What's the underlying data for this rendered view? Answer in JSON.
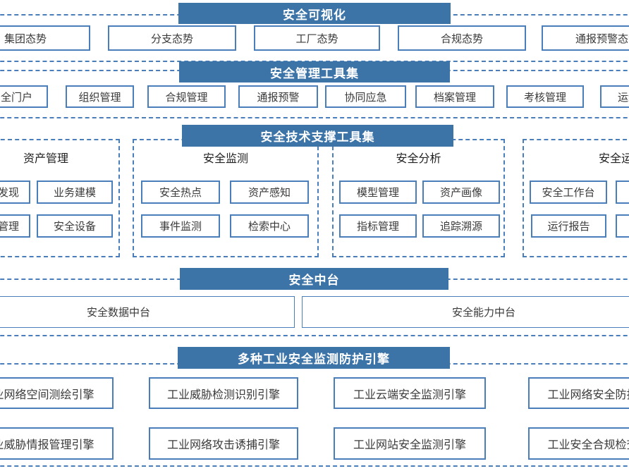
{
  "colors": {
    "header_bar_bg": "#3d74a8",
    "header_bar_text": "#ffffff",
    "box_border": "#4a7ebb",
    "dashed_border": "#4a7ebb",
    "box_text": "#3a3a3a"
  },
  "sections": {
    "visualization": {
      "title": "安全可视化",
      "items": [
        "集团态势",
        "分支态势",
        "工厂态势",
        "合规态势",
        "通报预警态势"
      ]
    },
    "management": {
      "title": "安全管理工具集",
      "items": [
        "安全门户",
        "组织管理",
        "合规管理",
        "通报预警",
        "协同应急",
        "档案管理",
        "考核管理",
        "运维管理"
      ]
    },
    "tech_support": {
      "title": "安全技术支撑工具集",
      "columns": [
        {
          "title": "资产管理",
          "items": [
            "资产发现",
            "业务建模",
            "漏洞管理",
            "安全设备"
          ]
        },
        {
          "title": "安全监测",
          "items": [
            "安全热点",
            "资产感知",
            "事件监测",
            "检索中心"
          ]
        },
        {
          "title": "安全分析",
          "items": [
            "模型管理",
            "资产画像",
            "指标管理",
            "追踪溯源"
          ]
        },
        {
          "title": "安全运营",
          "items": [
            "安全工作台",
            "",
            "运行报告",
            ""
          ]
        }
      ]
    },
    "middle_platform": {
      "title": "安全中台",
      "items": [
        "安全数据中台",
        "安全能力中台"
      ]
    },
    "engines": {
      "title": "多种工业安全监测防护引擎",
      "items": [
        "工业网络空间测绘引擎",
        "工业威胁检测识别引擎",
        "工业云端安全监测引擎",
        "工业网络安全防护引擎",
        "工业威胁情报管理引擎",
        "工业网络攻击诱捕引擎",
        "工业网站安全监测引擎",
        "工业安全合规检查引擎"
      ]
    }
  }
}
